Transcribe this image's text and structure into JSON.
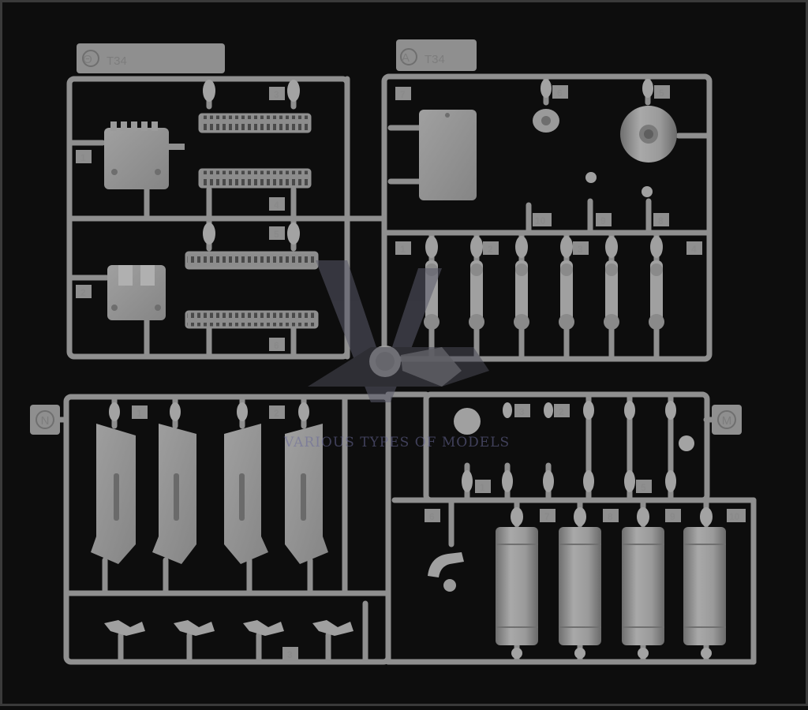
{
  "sprues": [
    {
      "id": "upper-left",
      "tab_letter": "Θ",
      "tab_code": "T34",
      "part_numbers": [
        "1",
        "2",
        "3",
        "4",
        "5",
        "6"
      ]
    },
    {
      "id": "upper-right",
      "tab_letter": "A",
      "tab_code": "T34",
      "part_numbers": [
        "7",
        "6",
        "5",
        "10",
        "9",
        "8",
        "1",
        "2",
        "3",
        "4"
      ]
    },
    {
      "id": "lower-left",
      "tab_letter": "N",
      "part_numbers": [
        "1",
        "2",
        "3"
      ]
    },
    {
      "id": "lower-right",
      "tab_letter": "M",
      "part_numbers": [
        "3",
        "2",
        "1",
        "5",
        "6",
        "7",
        "8",
        "9",
        "10"
      ]
    }
  ],
  "watermark": {
    "text": "VARIOUS TYPES OF MODELS"
  },
  "colors": {
    "background": "#0d0d0d",
    "plastic": "#8f8f8f",
    "plastic_light": "#a6a6a6",
    "plastic_dark": "#6e6e6e"
  }
}
